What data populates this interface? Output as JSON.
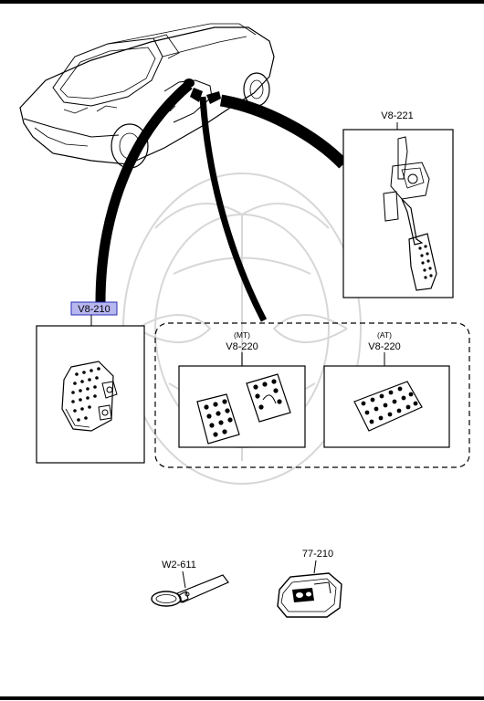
{
  "labels": {
    "throttle_pedal": "V8-221",
    "footrest": "V8-210",
    "pedal_pads_mt_variant": "(MT)",
    "pedal_pads_mt_code": "V8-220",
    "pedal_pads_at_variant": "(AT)",
    "pedal_pads_at_code": "V8-220",
    "keychain": "W2-611",
    "key_case": "77-210"
  },
  "colors": {
    "highlight_fill": "#b7b7f0",
    "highlight_border": "#2b2bb0",
    "line": "#000000",
    "watermark": "#d7d7d7"
  }
}
